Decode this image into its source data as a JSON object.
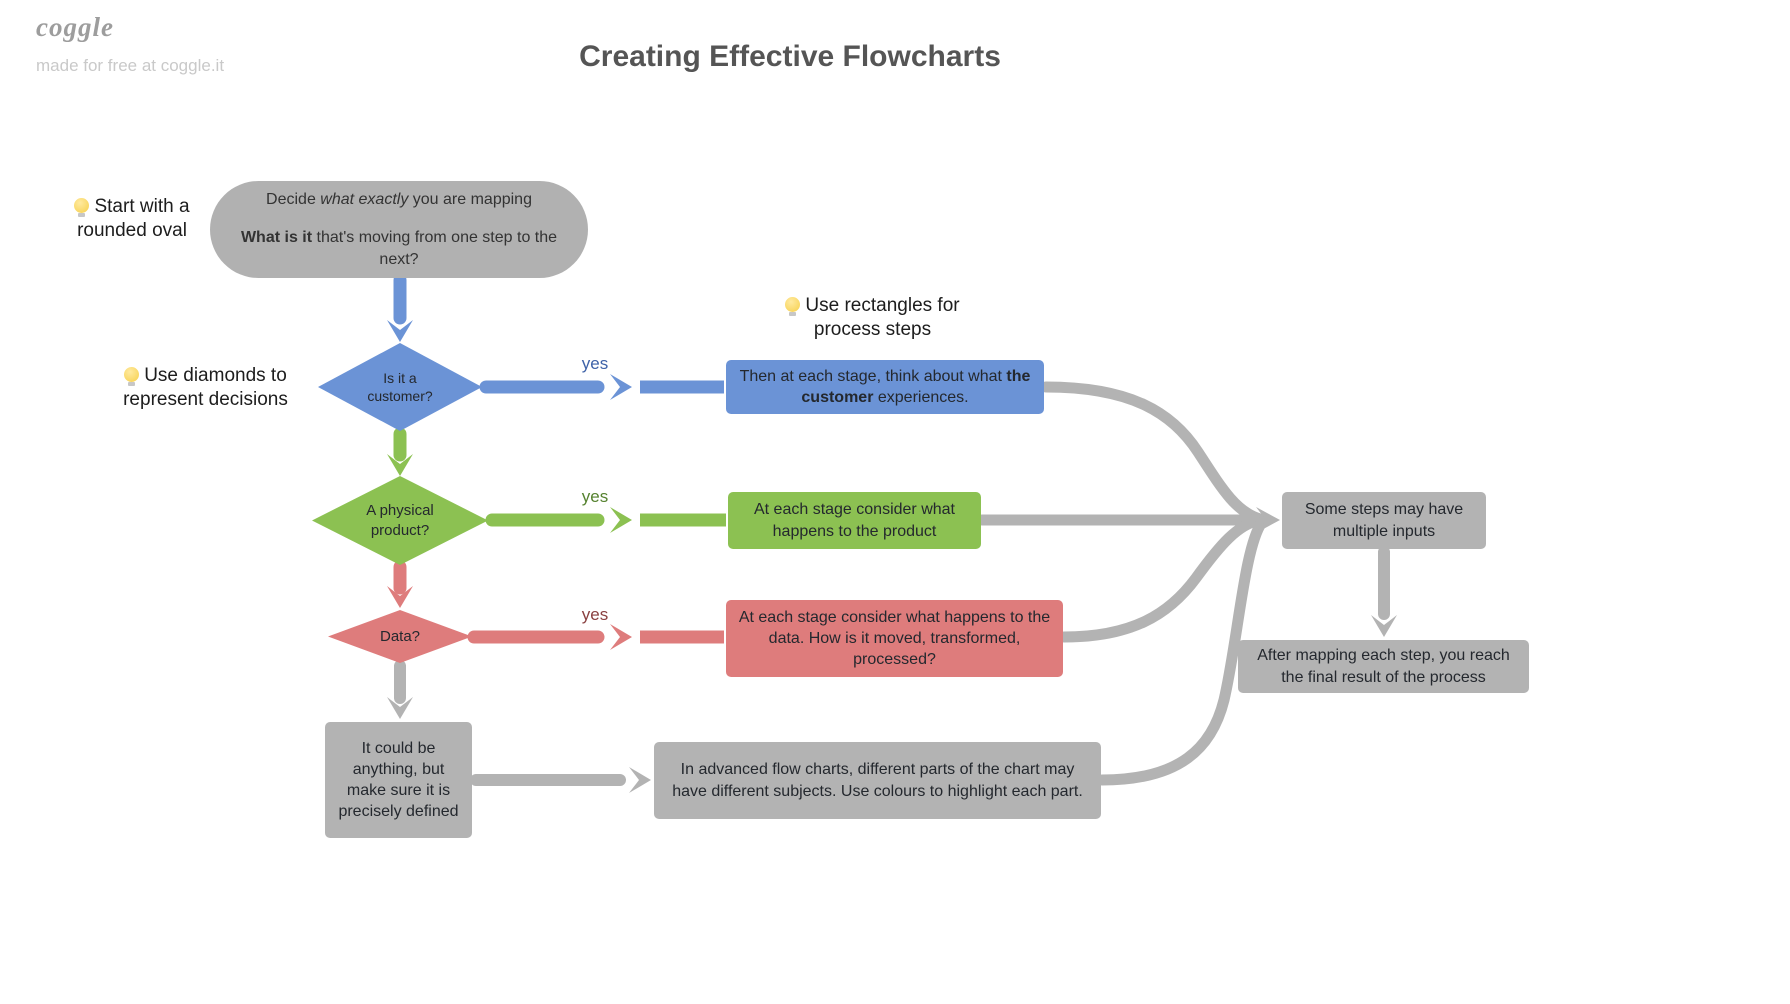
{
  "header": {
    "logo": "coggle",
    "tagline": "made for free at coggle.it",
    "title": "Creating Effective Flowcharts"
  },
  "tips": {
    "oval": "Start with a rounded oval",
    "diamond": "Use diamonds to represent decisions",
    "rectangle": "Use rectangles for process steps"
  },
  "icons": {
    "tip_icon": "lightbulb-icon"
  },
  "colors": {
    "decision_blue": "#6b93d6",
    "process_green": "#8cc152",
    "data_red": "#de7c7c",
    "neutral_gray": "#b3b3b3"
  },
  "nodes": {
    "start_oval": {
      "l1_pre": "Decide ",
      "l1_italic": "what exactly",
      "l1_post": " you are mapping",
      "l2_bold": "What is it",
      "l2_post": " that's moving from one step to the next?"
    },
    "customer_diamond": "Is it a customer?",
    "customer_rect": {
      "pre": "Then at each stage, think about what ",
      "bold": "the customer",
      "post": " experiences."
    },
    "product_diamond": "A physical product?",
    "product_rect": "At each stage consider what happens to the product",
    "data_diamond": "Data?",
    "data_rect": "At each stage consider what happens to the data. How is it moved, transformed, processed?",
    "anything_box": "It could be anything, but make sure it is precisely defined",
    "advanced_box": "In advanced flow charts, different parts of the chart may have different subjects. Use colours to highlight each part.",
    "multiple_inputs_box": "Some steps may have multiple inputs",
    "final_box": "After mapping each step, you reach the final result of the process"
  },
  "edge_labels": {
    "customer_yes": "yes",
    "product_yes": "yes",
    "data_yes": "yes"
  }
}
